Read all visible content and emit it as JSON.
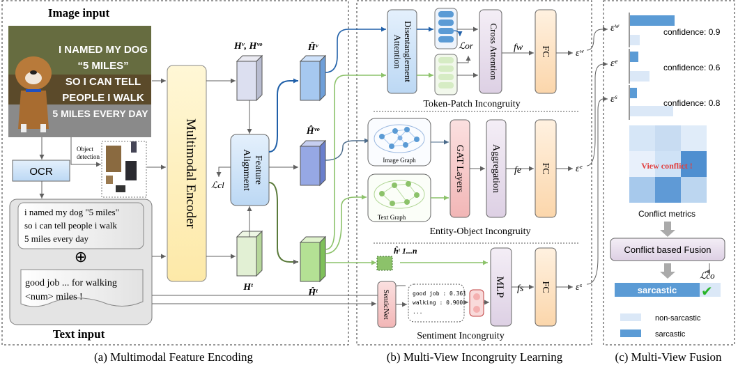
{
  "encoding": {
    "image_input_title": "Image input",
    "text_input_title": "Text input",
    "meme_lines": [
      "I NAMED MY DOG",
      "“5 MILES”",
      "SO I CAN TELL",
      "PEOPLE I WALK",
      "5 MILES EVERY DAY"
    ],
    "object_detection_label": [
      "Object",
      "detection"
    ],
    "ocr_label": "OCR",
    "ocr_text_lines": [
      "i named my dog \"5 miles\"",
      "so i can tell people i walk",
      "5 miles every day"
    ],
    "plus_symbol": "⊕",
    "comment_lines": [
      "good job ... for walking",
      "<num> miles !"
    ],
    "encoder_label": "Multimodal Encoder",
    "feature_alignment_label": [
      "Feature",
      "Alignment"
    ],
    "h_v_vo": "Hᵛ, Hᵛᵒ",
    "h_t": "Hᵗ",
    "h_hat_v": "Ĥᵛ",
    "h_hat_vo": "Ĥᵛᵒ",
    "h_hat_t": "Ĥᵗ",
    "loss_cl": "ℒcl",
    "caption": "(a) Multimodal Feature Encoding"
  },
  "incongruity": {
    "token_patch": {
      "disentanglement": [
        "Disentanglement",
        "Attention"
      ],
      "cross_attention": "Cross Attention",
      "loss_or": "ℒor",
      "f_w": "fw",
      "fc": "FC",
      "eps": "εʷ",
      "title": "Token-Patch Incongruity"
    },
    "entity_object": {
      "image_graph": "Image Graph",
      "text_graph": "Text Graph",
      "gat": "GAT Layers",
      "aggregation": "Aggregation",
      "f_e": "fe",
      "fc": "FC",
      "eps": "εᵉ",
      "title": "Entity-Object Incongruity"
    },
    "sentiment": {
      "senticnet": "SenticNet",
      "scores": [
        "good job :  0.361",
        "walking  :  0.900",
        "..."
      ],
      "h_hat_small": "ĥᵗ 1...n",
      "mlp": "MLP",
      "f_s": "fs",
      "fc": "FC",
      "eps": "εˢ",
      "title": "Sentiment Incongruity"
    },
    "caption": "(b) Multi-View Incongruity Learning"
  },
  "fusion": {
    "eps_w": "εʷ",
    "eps_e": "εᵉ",
    "eps_s": "εˢ",
    "confidences": [
      "confidence: 0.9",
      "confidence: 0.6",
      "confidence: 0.8"
    ],
    "view_conflict": "View conflict !",
    "conflict_metrics": "Conflict metrics",
    "conflict_fusion": "Conflict based Fusion",
    "loss_co": "ℒco",
    "result_label": "sarcastic",
    "check": "✔",
    "legend": [
      "non-sarcastic",
      "sarcastic"
    ],
    "caption": "(c) Multi-View Fusion"
  },
  "colors": {
    "blue_arrow": "#1f5fa8",
    "green_arrow": "#8cc26a",
    "gray_arrow": "#606060",
    "bar_dark": "#5b9bd5",
    "bar_light": "#dbe8f7",
    "fc_fill": "#fde3c4",
    "encoder_fill": "#fef3c6",
    "red_text": "#e04040"
  }
}
